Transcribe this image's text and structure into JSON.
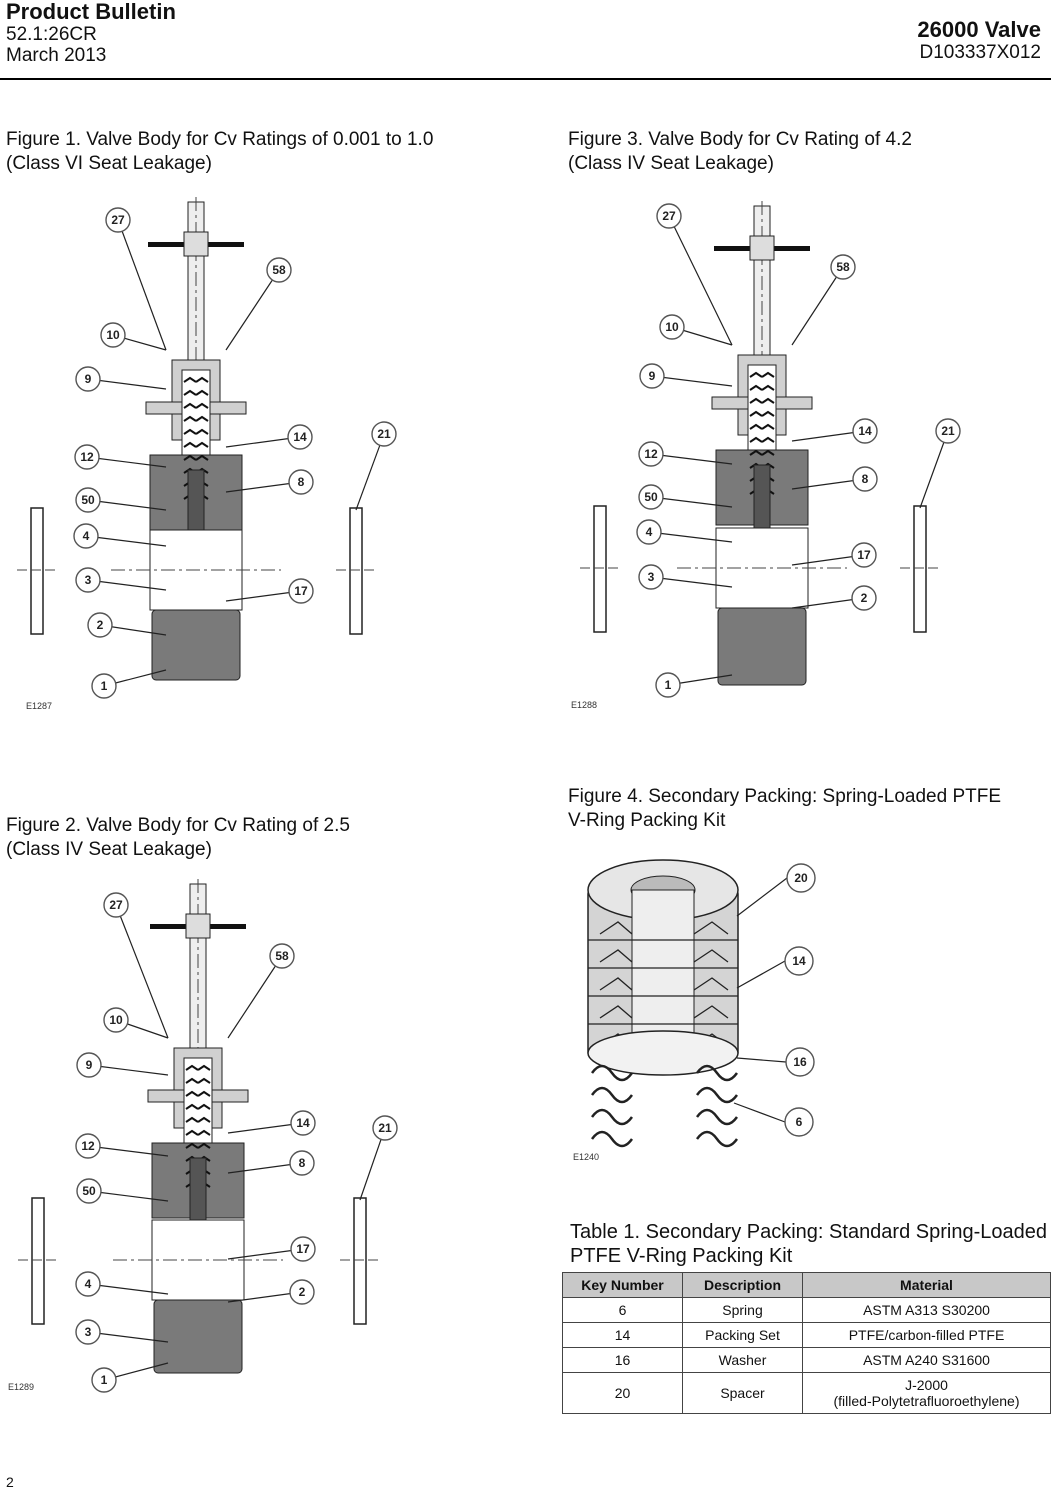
{
  "header": {
    "title": "Product Bulletin",
    "bulletin_no": "52.1:26CR",
    "date": "March 2013",
    "product": "26000 Valve",
    "doc_no": "D103337X012"
  },
  "figures": {
    "fig1": {
      "caption_l1": "Figure 1. Valve Body for Cv Ratings of 0.001 to 1.0",
      "caption_l2": "(Class VI Seat Leakage)",
      "code": "E1287",
      "labels": [
        "27",
        "58",
        "10",
        "9",
        "14",
        "21",
        "12",
        "8",
        "50",
        "4",
        "3",
        "17",
        "2",
        "1"
      ]
    },
    "fig2": {
      "caption_l1": "Figure 2. Valve Body for Cv Rating of 2.5",
      "caption_l2": "(Class IV Seat Leakage)",
      "code": "E1289",
      "labels": [
        "27",
        "58",
        "10",
        "9",
        "14",
        "21",
        "12",
        "8",
        "50",
        "17",
        "4",
        "2",
        "3",
        "1"
      ]
    },
    "fig3": {
      "caption_l1": "Figure 3. Valve Body for Cv Rating of 4.2",
      "caption_l2": "(Class IV Seat Leakage)",
      "code": "E1288",
      "labels": [
        "27",
        "58",
        "10",
        "9",
        "14",
        "21",
        "12",
        "8",
        "50",
        "4",
        "17",
        "3",
        "2",
        "1"
      ]
    },
    "fig4": {
      "caption_l1": "Figure 4. Secondary Packing: Spring-Loaded PTFE",
      "caption_l2": "V-Ring Packing Kit",
      "code": "E1240",
      "labels": [
        "20",
        "14",
        "16",
        "6"
      ]
    }
  },
  "table1": {
    "caption_l1": "Table 1. Secondary Packing: Standard Spring-Loaded",
    "caption_l2": "PTFE V-Ring Packing Kit",
    "headers": [
      "Key Number",
      "Description",
      "Material"
    ],
    "rows": [
      [
        "6",
        "Spring",
        "ASTM A313 S30200",
        ""
      ],
      [
        "14",
        "Packing Set",
        "PTFE/carbon-filled PTFE",
        ""
      ],
      [
        "16",
        "Washer",
        "ASTM A240 S31600",
        ""
      ],
      [
        "20",
        "Spacer",
        "J-2000",
        "(filled-Polytetrafluoroethylene)"
      ]
    ]
  },
  "footer": {
    "page": "2"
  }
}
